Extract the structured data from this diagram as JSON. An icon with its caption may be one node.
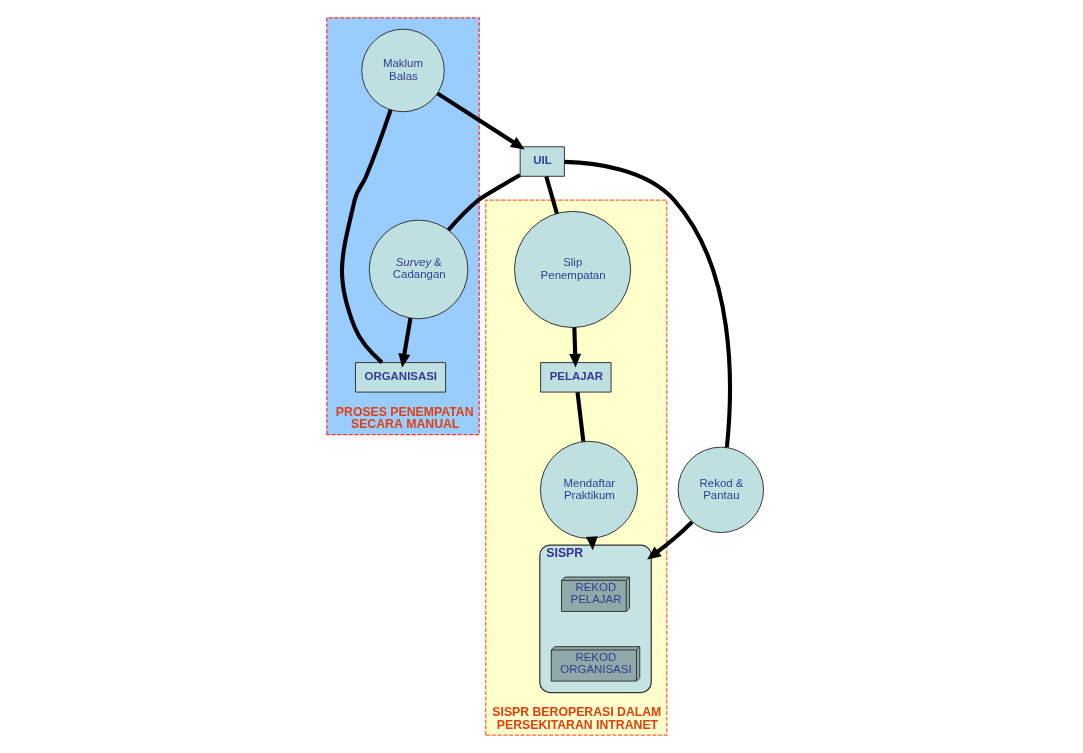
{
  "diagram": {
    "nodes": [
      {
        "text": [
          "SISPR BEROPERASI DALAM PERSEKITARAN INTRANET"
        ]
      },
      {
        "text": [
          "PROSES PENEMPATAN SECARA MANUAL"
        ]
      },
      {
        "text": [
          "Maklum Balas"
        ],
        "in": 1
      },
      {
        "text": [
          "PELAJAR"
        ],
        "in": 0
      },
      {
        "text": [
          "Slip Penempatan"
        ],
        "in": 0
      },
      {
        "text": [
          "UIL"
        ]
      },
      {
        "text": [
          "*Survey* & Cadangan"
        ],
        "in": 1
      },
      {
        "text": [
          "ORGANISASI"
        ],
        "in": 1
      },
      {
        "text": [
          "Rekod & Pantau"
        ]
      },
      {
        "text": [
          "SISPR"
        ],
        "in": 0
      },
      {
        "text": [
          "REKOD PELAJAR"
        ],
        "in": 9
      },
      {
        "text": [
          "REKOD ORGANISASI"
        ],
        "in": 9
      },
      {
        "text": [
          "Mendaftar Praktikum"
        ],
        "in": 0
      }
    ],
    "edges": [
      {
        "from": 7,
        "to": 2,
        "arrow": "none"
      },
      {
        "from": 2,
        "to": 5,
        "arrow": "to"
      },
      {
        "from": 5,
        "to": 4,
        "arrow": "none"
      },
      {
        "from": 4,
        "to": 3,
        "arrow": "to"
      },
      {
        "from": 5,
        "to": 6,
        "arrow": "none"
      },
      {
        "from": 6,
        "to": 7,
        "arrow": "to"
      },
      {
        "from": 5,
        "to": 8,
        "arrow": "none"
      },
      {
        "from": 8,
        "to": 9,
        "arrow": "to"
      },
      {
        "from": 3,
        "to": 12,
        "arrow": "none"
      },
      {
        "from": 12,
        "to": 9,
        "arrow": "to"
      }
    ]
  }
}
